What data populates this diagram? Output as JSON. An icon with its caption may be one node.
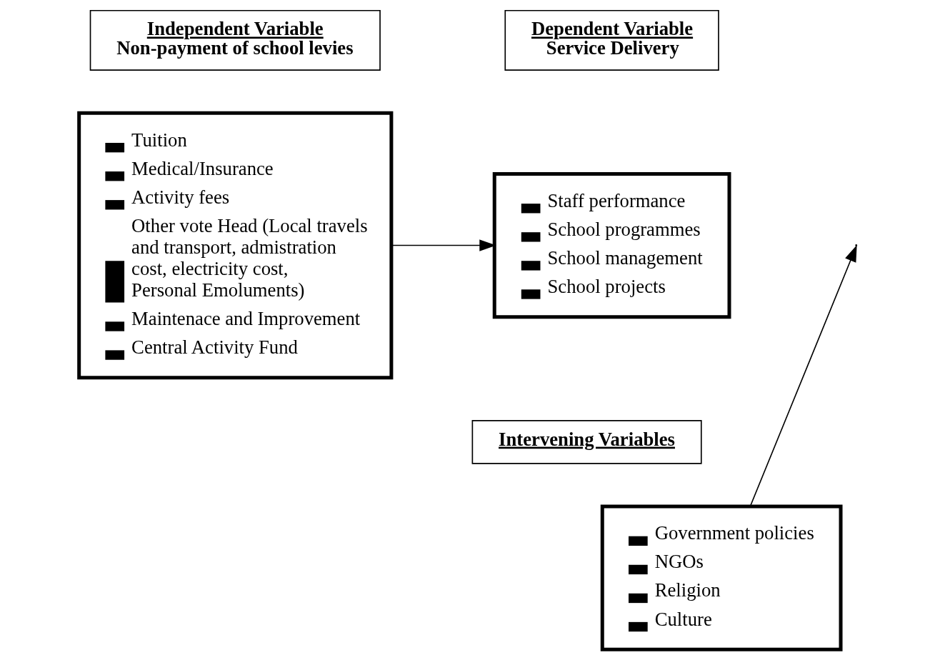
{
  "diagram": {
    "nodes": [
      {
        "text": [
          "Independent Variable",
          "Non-payment of school levies"
        ]
      },
      {
        "text": [
          "Tuition",
          "Medical/Insurance",
          "Activity fees",
          "Other vote Head (Local travels and transport, admistration cost, electricity cost, Personal Emoluments)",
          "Maintenace and Improvement",
          "Central Activity Fund"
        ]
      },
      {
        "text": [
          "Dependent Variable",
          "Service Delivery"
        ]
      },
      {
        "text": [
          "Staff performance",
          "School programmes",
          "School management",
          "School projects"
        ]
      },
      {
        "text": [
          "Intervening Variables"
        ]
      },
      {
        "text": [
          "Government policies",
          "NGOs",
          "Religion",
          "Culture"
        ]
      }
    ],
    "edges": [
      {
        "from": 1,
        "to": 3,
        "arrow": "to"
      },
      {
        "from": 5,
        "to": null,
        "arrow": "to"
      }
    ]
  }
}
